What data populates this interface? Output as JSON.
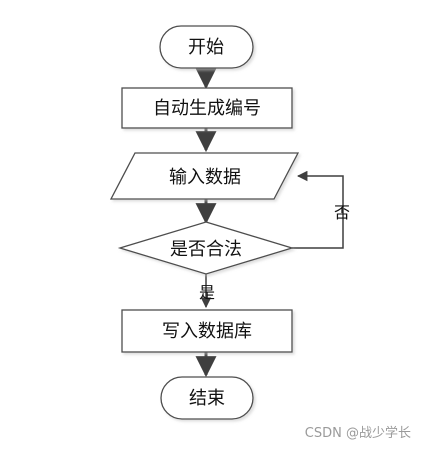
{
  "nodes": {
    "start": "开始",
    "auto_generate_number": "自动生成编号",
    "input_data": "输入数据",
    "is_valid": "是否合法",
    "write_database": "写入数据库",
    "end": "结束"
  },
  "edges": {
    "yes_label": "是",
    "no_label": "否"
  },
  "watermark": "CSDN @战少学长",
  "colors": {
    "stroke": "#4d4d4d",
    "fill": "#ffffff",
    "arrow": "#3f3f3f"
  }
}
